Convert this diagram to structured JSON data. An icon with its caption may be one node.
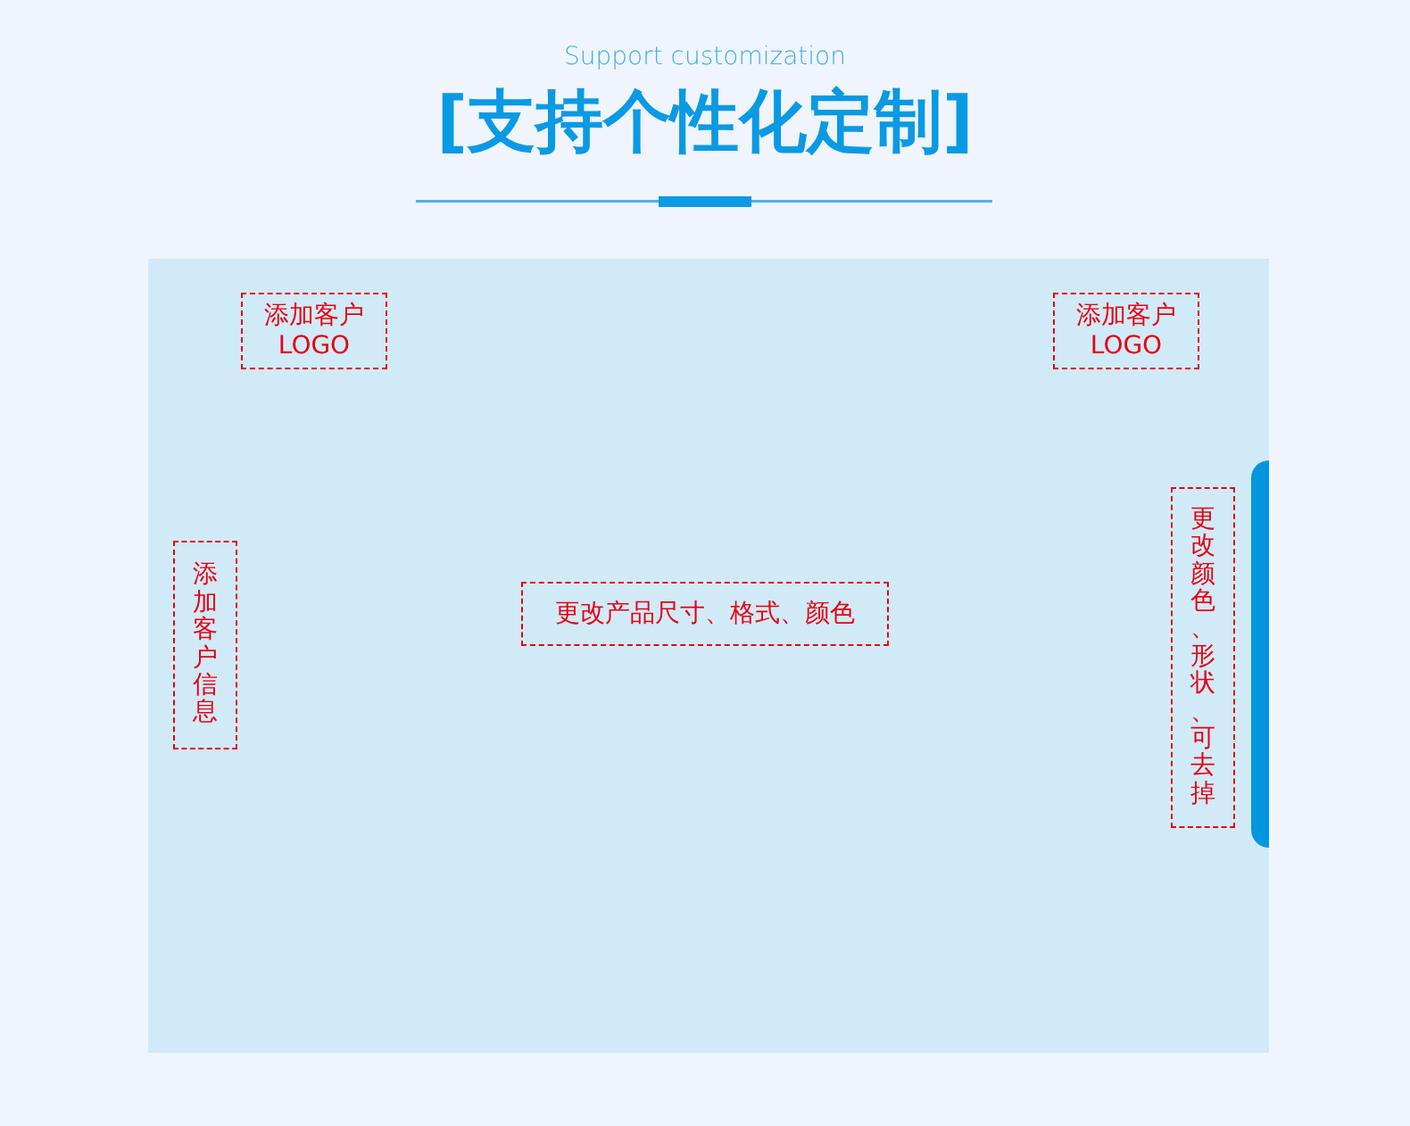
{
  "diagram": {
    "title": "[支持个性化定制]",
    "nodes": [
      {
        "text": [],
        "shape": "box"
      },
      {
        "text": [
          "添加客户LOGO"
        ],
        "in": 0
      },
      {
        "text": [
          "添加客户LOGO"
        ],
        "in": 0
      },
      {
        "text": [
          "添加客户信息"
        ],
        "in": 0
      },
      {
        "text": [
          "更改产品尺寸、格式、颜色"
        ],
        "in": 0
      },
      {
        "text": [
          "更改颜色、形状、可去掉"
        ],
        "in": 0
      }
    ],
    "labels": [
      "Support customization"
    ]
  }
}
